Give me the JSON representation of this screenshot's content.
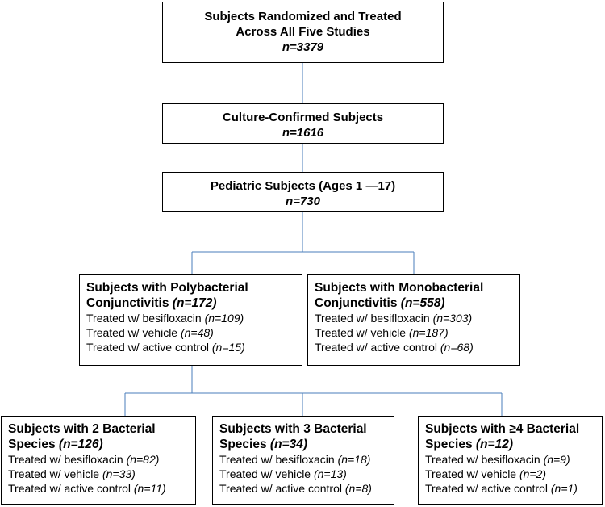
{
  "boxes": {
    "randomized": {
      "line1": "Subjects Randomized and Treated",
      "line2": "Across All Five Studies",
      "n": "n=3379"
    },
    "culture": {
      "line1": "Culture-Confirmed Subjects",
      "n": "n=1616"
    },
    "pediatric": {
      "line1": "Pediatric Subjects (Ages 1 —17)",
      "n": "n=730"
    },
    "poly": {
      "line1": "Subjects with Polybacterial",
      "line2": "Conjunctivitis",
      "n": "(n=172)",
      "rows": [
        {
          "label": "Treated w/ besifloxacin ",
          "n": "(n=109)"
        },
        {
          "label": "Treated w/ vehicle ",
          "n": "(n=48)"
        },
        {
          "label": "Treated w/ active control ",
          "n": "(n=15)"
        }
      ]
    },
    "mono": {
      "line1": "Subjects with Monobacterial",
      "line2": "Conjunctivitis",
      "n": "(n=558)",
      "rows": [
        {
          "label": "Treated w/ besifloxacin ",
          "n": "(n=303)"
        },
        {
          "label": "Treated w/ vehicle ",
          "n": "(n=187)"
        },
        {
          "label": "Treated w/ active control ",
          "n": "(n=68)"
        }
      ]
    },
    "two": {
      "line1": "Subjects with 2 Bacterial",
      "line2": "Species",
      "n": "(n=126)",
      "rows": [
        {
          "label": "Treated w/ besifloxacin ",
          "n": "(n=82)"
        },
        {
          "label": "Treated w/ vehicle ",
          "n": "(n=33)"
        },
        {
          "label": "Treated w/ active control ",
          "n": "(n=11)"
        }
      ]
    },
    "three": {
      "line1": "Subjects with 3 Bacterial",
      "line2": "Species",
      "n": "(n=34)",
      "rows": [
        {
          "label": "Treated w/ besifloxacin ",
          "n": "(n=18)"
        },
        {
          "label": "Treated w/ vehicle ",
          "n": "(n=13)"
        },
        {
          "label": "Treated w/ active control ",
          "n": "(n=8)"
        }
      ]
    },
    "four": {
      "line1": "Subjects with ≥4 Bacterial",
      "line2": "Species",
      "n": "(n=12)",
      "rows": [
        {
          "label": "Treated w/ besifloxacin ",
          "n": "(n=9)"
        },
        {
          "label": "Treated w/ vehicle ",
          "n": "(n=2)"
        },
        {
          "label": "Treated w/ active control ",
          "n": "(n=1)"
        }
      ]
    }
  },
  "colors": {
    "connector": "#4a7ebb",
    "border": "#000000"
  }
}
